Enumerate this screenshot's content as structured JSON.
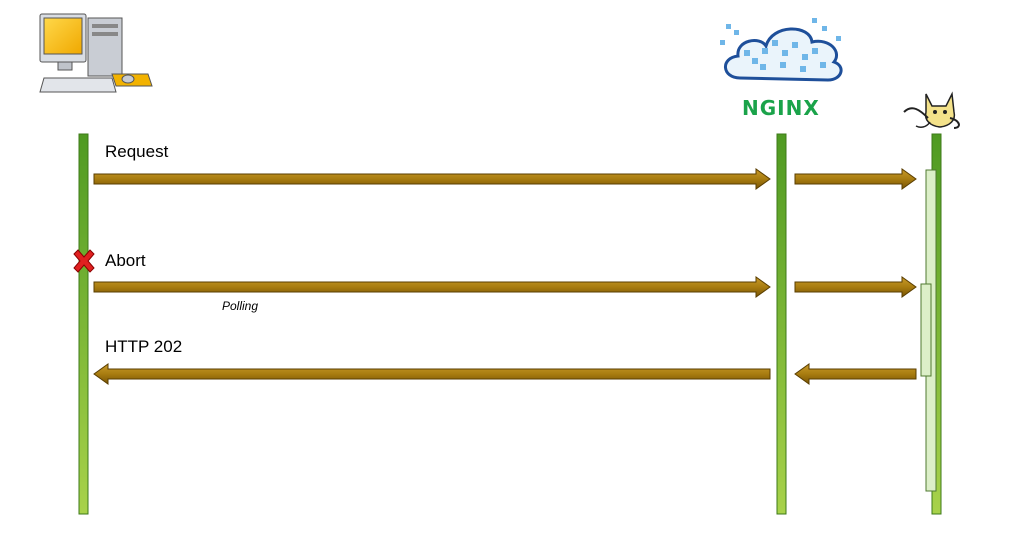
{
  "messages": {
    "request": "Request",
    "abort": "Abort",
    "polling": "Polling",
    "http202": "HTTP 202"
  },
  "nginx": {
    "logo_text": "NGINX",
    "color": "#1aa34a"
  },
  "colors": {
    "lifeline_dark": "#4f9a22",
    "lifeline_light": "#a8d24a",
    "arrow_fill": "#a87c10",
    "arrow_stroke": "#5a3e00",
    "activation_fill": "#dcefc8",
    "abort_icon": "#e02020"
  },
  "icons": {
    "client": "desktop-computer-icon",
    "proxy": "cloud-icon",
    "server": "tomcat-cat-icon",
    "abort": "x-mark-icon"
  }
}
